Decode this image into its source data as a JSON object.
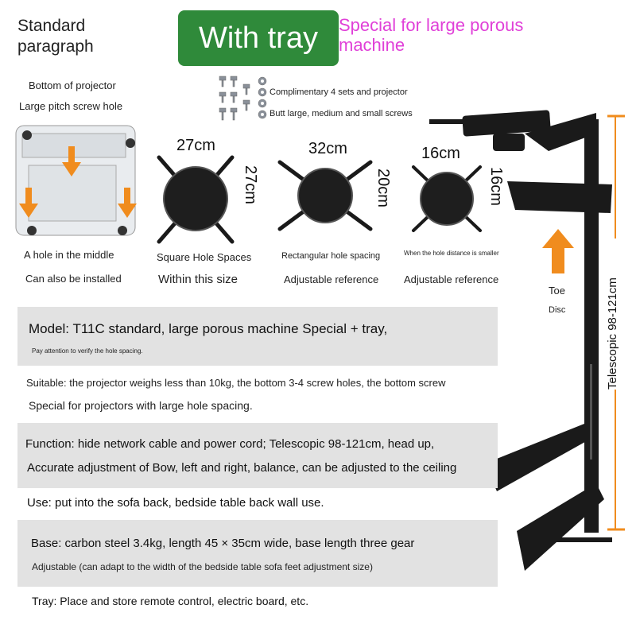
{
  "header": {
    "standard": "Standard paragraph",
    "banner": "With tray",
    "special": "Special for large porous machine"
  },
  "screws": {
    "line1": "Complimentary 4 sets and projector",
    "line2": "Butt large, medium and small screws"
  },
  "projector": {
    "caption1": "Bottom of projector",
    "caption2": "Large pitch screw hole",
    "bottom1": "A hole in the middle",
    "bottom2": "Can also be installed"
  },
  "brackets": [
    {
      "w": "27cm",
      "h": "27cm",
      "label1": "Square Hole Spaces",
      "label2": "Within this size"
    },
    {
      "w": "32cm",
      "h": "20cm",
      "label1": "Rectangular hole spacing",
      "label2": "Adjustable reference"
    },
    {
      "w": "16cm",
      "h": "16cm",
      "label1": "When the hole distance is smaller",
      "label2": "Adjustable reference"
    }
  ],
  "stand": {
    "toe": "Toe",
    "disc": "Disc",
    "telescopic": "Telescopic 98-121cm"
  },
  "specs": {
    "model": "Model: T11C standard, large porous machine Special + tray,",
    "note": "Pay attention to verify the hole spacing.",
    "suitable1": "Suitable: the projector weighs less than 10kg, the bottom 3-4 screw holes, the bottom screw",
    "suitable2": "Special for projectors with large hole spacing.",
    "function1": "Function: hide network cable and power cord; Telescopic 98-121cm, head up,",
    "function2": "Accurate adjustment of Bow, left and right, balance, can be adjusted to the ceiling",
    "use": "Use: put into the sofa back, bedside table back wall use.",
    "base1": "Base: carbon steel 3.4kg, length 45 × 35cm wide, base length three gear",
    "base2": "Adjustable (can adapt to the width of the bedside table sofa feet adjustment size)",
    "tray": "Tray: Place and store remote control, electric board, etc."
  },
  "colors": {
    "banner": "#2f8a3a",
    "special": "#e040d8",
    "accent": "#f08c1e",
    "row": "#e2e2e2"
  }
}
